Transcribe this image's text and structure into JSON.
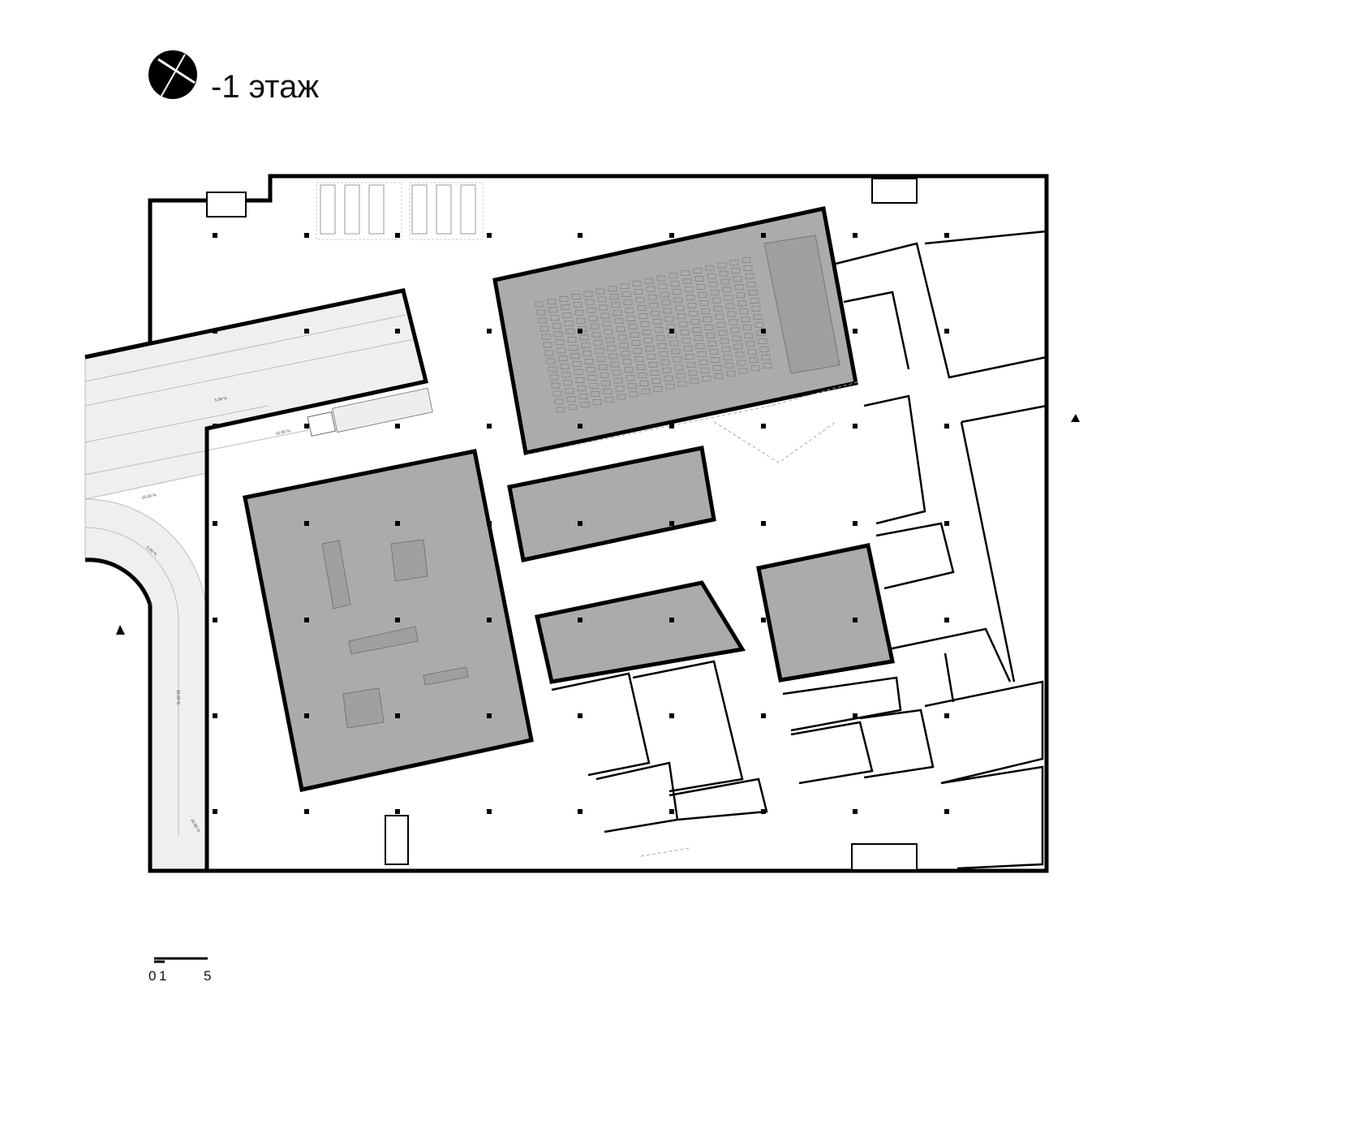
{
  "header": {
    "title": "-1 этаж",
    "orientation_icon": "north-compass-icon"
  },
  "ramp_labels": {
    "upper_ramp": "5.00 %",
    "lower_ramp": "15.00 %",
    "loading_dock": "10.00 %",
    "curve_top": "5.00 %",
    "straight_down": "15.00 %",
    "curve_bottom": "10.00 %"
  },
  "scale_bar": {
    "label_0": "0",
    "label_1": "1",
    "label_5": "5"
  },
  "colors": {
    "room_fill": "#ababab",
    "ramp_fill": "#efefef",
    "wall": "#000000"
  }
}
